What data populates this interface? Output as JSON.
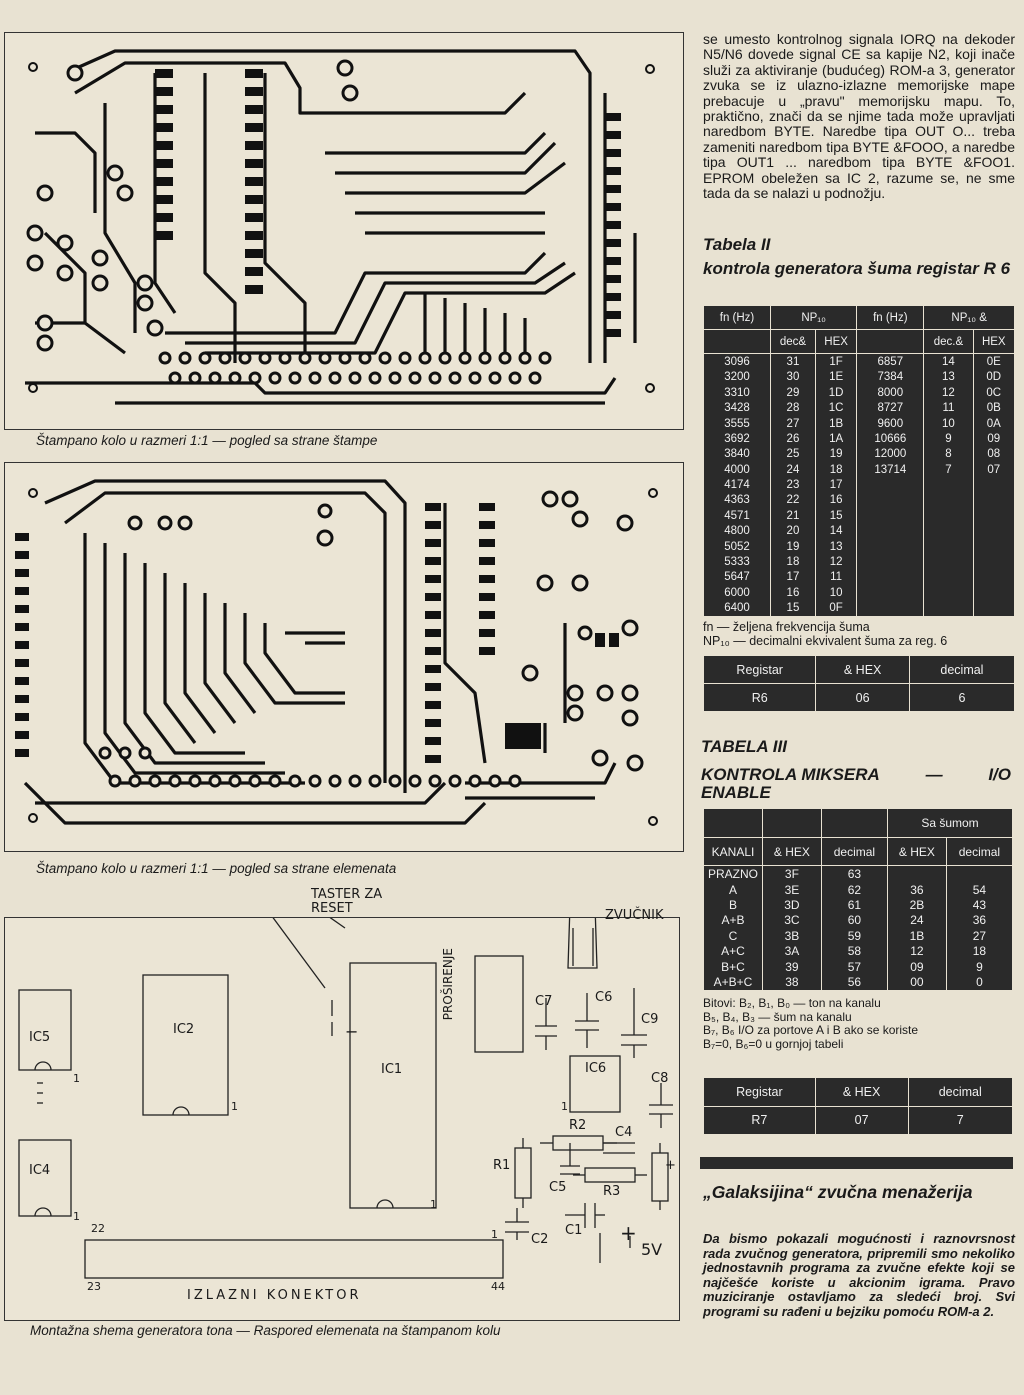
{
  "figures": {
    "pcb_print_side_caption": "Štampano kolo u razmeri 1:1 — pogled sa strane štampe",
    "pcb_component_side_caption": "Štampano kolo u razmeri 1:1 — pogled sa strane elemenata",
    "assembly_caption": "Montažna shema generatora tona — Raspored elemenata na štampanom kolu",
    "assembly_labels": {
      "reset": "TASTER ZA RESET",
      "speaker": "ZVUČNIK",
      "expansion": "PROŠIRENJE",
      "ic1": "IC1",
      "ic2": "IC2",
      "ic4": "IC4",
      "ic5": "IC5",
      "ic6": "IC6",
      "r1": "R1",
      "r2": "R2",
      "r3": "R3",
      "c1": "C1",
      "c2": "C2",
      "c4": "C4",
      "c5": "C5",
      "c6": "C6",
      "c7": "C7",
      "c8": "C8",
      "c9": "C9",
      "pin1": "1",
      "pin22": "22",
      "pin23": "23",
      "pin44": "44",
      "output_connector": "IZLAZNI KONEKTOR",
      "voltage": "5V",
      "plus": "+",
      "minus": "−"
    }
  },
  "intro_text": "se umesto kontrolnog signala IORQ na dekoder N5/N6 dovede signal CE sa kapije N2, koji inače služi za aktiviranje (budućeg) ROM-a 3, generator zvuka se iz ulazno-izlazne memorijske mape prebacuje u „pravu\" memorijsku mapu. To, praktično, znači da se njime tada može upravljati naredbom BYTE. Naredbe tipa OUT O... treba zameniti naredbom tipa BYTE &FOOO, a naredbe tipa OUT1 ... naredbom tipa BYTE &FOO1. EPROM obeležen sa IC 2, razume se, ne sme tada da se nalazi u podnožju.",
  "table2": {
    "title": "Tabela II",
    "subtitle": "kontrola generatora šuma registar R 6",
    "headers": [
      "fn (Hz)",
      "NP₁₀",
      "fn (Hz)",
      "NP₁₀ &"
    ],
    "subheaders": [
      "dec&",
      "HEX",
      "dec.&",
      "HEX"
    ],
    "rows_left": [
      [
        "3096",
        "31",
        "1F"
      ],
      [
        "3200",
        "30",
        "1E"
      ],
      [
        "3310",
        "29",
        "1D"
      ],
      [
        "3428",
        "28",
        "1C"
      ],
      [
        "3555",
        "27",
        "1B"
      ],
      [
        "3692",
        "26",
        "1A"
      ],
      [
        "3840",
        "25",
        "19"
      ],
      [
        "4000",
        "24",
        "18"
      ],
      [
        "4174",
        "23",
        "17"
      ],
      [
        "4363",
        "22",
        "16"
      ],
      [
        "4571",
        "21",
        "15"
      ],
      [
        "4800",
        "20",
        "14"
      ],
      [
        "5052",
        "19",
        "13"
      ],
      [
        "5333",
        "18",
        "12"
      ],
      [
        "5647",
        "17",
        "11"
      ],
      [
        "6000",
        "16",
        "10"
      ],
      [
        "6400",
        "15",
        "0F"
      ]
    ],
    "rows_right": [
      [
        "6857",
        "14",
        "0E"
      ],
      [
        "7384",
        "13",
        "0D"
      ],
      [
        "8000",
        "12",
        "0C"
      ],
      [
        "8727",
        "11",
        "0B"
      ],
      [
        "9600",
        "10",
        "0A"
      ],
      [
        "10666",
        "9",
        "09"
      ],
      [
        "12000",
        "8",
        "08"
      ],
      [
        "13714",
        "7",
        "07"
      ]
    ],
    "notes": [
      "fn — željena frekvencija šuma",
      "NP₁₀ — decimalni ekvivalent šuma za reg. 6"
    ],
    "register": {
      "headers": [
        "Registar",
        "& HEX",
        "decimal"
      ],
      "row": [
        "R6",
        "06",
        "6"
      ]
    }
  },
  "table3": {
    "title": "TABELA III",
    "subtitle_left": "KONTROLA MIKSERA",
    "subtitle_dash": "—",
    "subtitle_right": "I/O",
    "subtitle_line2": "ENABLE",
    "group_header": "Sa šumom",
    "headers": [
      "KANALI",
      "& HEX",
      "decimal",
      "& HEX",
      "decimal"
    ],
    "rows": [
      [
        "PRAZNO",
        "3F",
        "63",
        "",
        ""
      ],
      [
        "A",
        "3E",
        "62",
        "36",
        "54"
      ],
      [
        "B",
        "3D",
        "61",
        "2B",
        "43"
      ],
      [
        "A+B",
        "3C",
        "60",
        "24",
        "36"
      ],
      [
        "C",
        "3B",
        "59",
        "1B",
        "27"
      ],
      [
        "A+C",
        "3A",
        "58",
        "12",
        "18"
      ],
      [
        "B+C",
        "39",
        "57",
        "09",
        "9"
      ],
      [
        "A+B+C",
        "38",
        "56",
        "00",
        "0"
      ]
    ],
    "notes": [
      "Bitovi: B₂, B₁, B₀ — ton na kanalu",
      "B₅, B₄, B₃ — šum na kanalu",
      "B₇, B₆ I/O za portove A i B ako se koriste",
      "B₇=0, B₆=0 u gornjoj tabeli"
    ],
    "register": {
      "headers": [
        "Registar",
        "& HEX",
        "decimal"
      ],
      "row": [
        "R7",
        "07",
        "7"
      ]
    }
  },
  "article": {
    "title": "„Galaksijina“ zvučna menažerija",
    "lead": "Da bismo pokazali mogućnosti i raznovrsnost rada zvučnog generatora, pripremili smo nekoliko jednostavnih programa za zvučne efekte koji se najčešće koriste u akcionim igrama. Pravo muziciranje ostavljamo za sledeći broj. Svi programi su rađeni u bejziku pomoću ROM-a 2."
  }
}
